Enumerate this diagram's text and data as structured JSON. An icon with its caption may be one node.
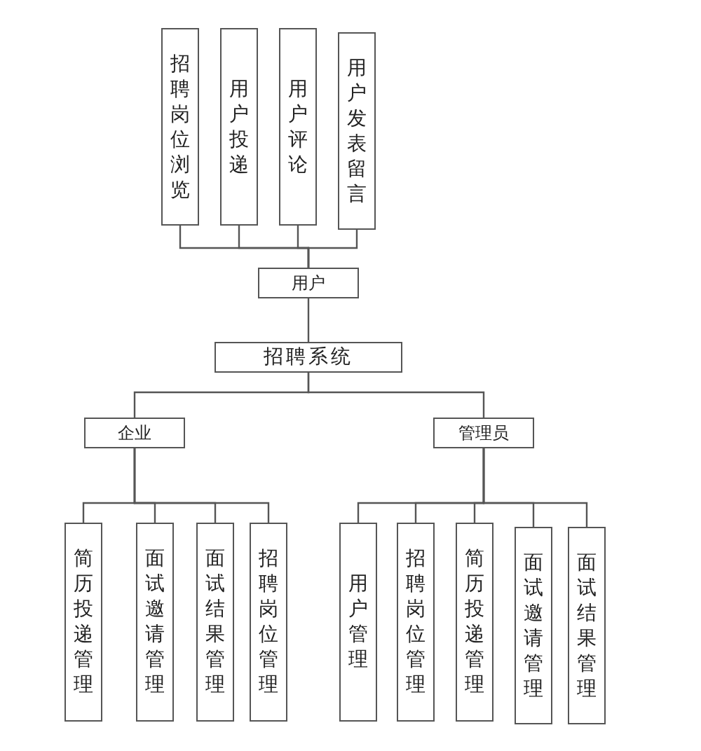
{
  "diagram": {
    "nodes": [
      {
        "text": [
          "招聘岗位浏览"
        ]
      },
      {
        "text": [
          "用户投递"
        ]
      },
      {
        "text": [
          "用户评论"
        ]
      },
      {
        "text": [
          "用户发表留言"
        ]
      },
      {
        "text": [
          "用户"
        ]
      },
      {
        "text": [
          "招聘系统"
        ]
      },
      {
        "text": [
          "企业"
        ]
      },
      {
        "text": [
          "管理员"
        ]
      },
      {
        "text": [
          "简历投递管理"
        ]
      },
      {
        "text": [
          "面试邀请管理"
        ]
      },
      {
        "text": [
          "面试结果管理"
        ]
      },
      {
        "text": [
          "招聘岗位管理"
        ]
      },
      {
        "text": [
          "用户管理"
        ]
      },
      {
        "text": [
          "招聘岗位管理"
        ]
      },
      {
        "text": [
          "简历投递管理"
        ]
      },
      {
        "text": [
          "面试邀请管理"
        ]
      },
      {
        "text": [
          "面试结果管理"
        ]
      }
    ],
    "edges": [
      {
        "from": 4,
        "to": 0,
        "arrow": "none"
      },
      {
        "from": 4,
        "to": 1,
        "arrow": "none"
      },
      {
        "from": 4,
        "to": 2,
        "arrow": "none"
      },
      {
        "from": 4,
        "to": 3,
        "arrow": "none"
      },
      {
        "from": 4,
        "to": 5,
        "arrow": "none"
      },
      {
        "from": 5,
        "to": 6,
        "arrow": "none"
      },
      {
        "from": 5,
        "to": 7,
        "arrow": "none"
      },
      {
        "from": 6,
        "to": 8,
        "arrow": "none"
      },
      {
        "from": 6,
        "to": 9,
        "arrow": "none"
      },
      {
        "from": 6,
        "to": 10,
        "arrow": "none"
      },
      {
        "from": 6,
        "to": 11,
        "arrow": "none"
      },
      {
        "from": 7,
        "to": 12,
        "arrow": "none"
      },
      {
        "from": 7,
        "to": 13,
        "arrow": "none"
      },
      {
        "from": 7,
        "to": 14,
        "arrow": "none"
      },
      {
        "from": 7,
        "to": 15,
        "arrow": "none"
      },
      {
        "from": 7,
        "to": 16,
        "arrow": "none"
      }
    ]
  }
}
